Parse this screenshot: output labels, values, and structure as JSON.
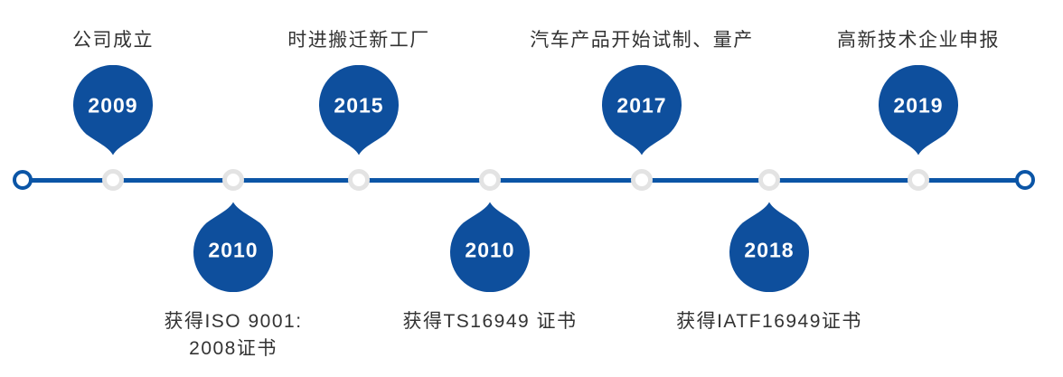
{
  "colors": {
    "balloon_blue": "#0e4f9d",
    "line_blue": "#0b55a6",
    "node_ring_gray": "#e3e3e3",
    "label_text": "#333333",
    "year_text": "#ffffff"
  },
  "timeline": {
    "events": [
      {
        "year": "2009",
        "side": "top",
        "label_lines": [
          "公司成立"
        ]
      },
      {
        "year": "2010",
        "side": "bottom",
        "label_lines": [
          "获得ISO 9001:",
          "2008证书"
        ]
      },
      {
        "year": "2015",
        "side": "top",
        "label_lines": [
          "时进搬迁新工厂"
        ]
      },
      {
        "year": "2010",
        "side": "bottom",
        "label_lines": [
          "获得TS16949 证书"
        ]
      },
      {
        "year": "2017",
        "side": "top",
        "label_lines": [
          "汽车产品开始试制、量产"
        ]
      },
      {
        "year": "2018",
        "side": "bottom",
        "label_lines": [
          "获得IATF16949证书"
        ]
      },
      {
        "year": "2019",
        "side": "top",
        "label_lines": [
          "高新技术企业申报"
        ]
      }
    ]
  }
}
